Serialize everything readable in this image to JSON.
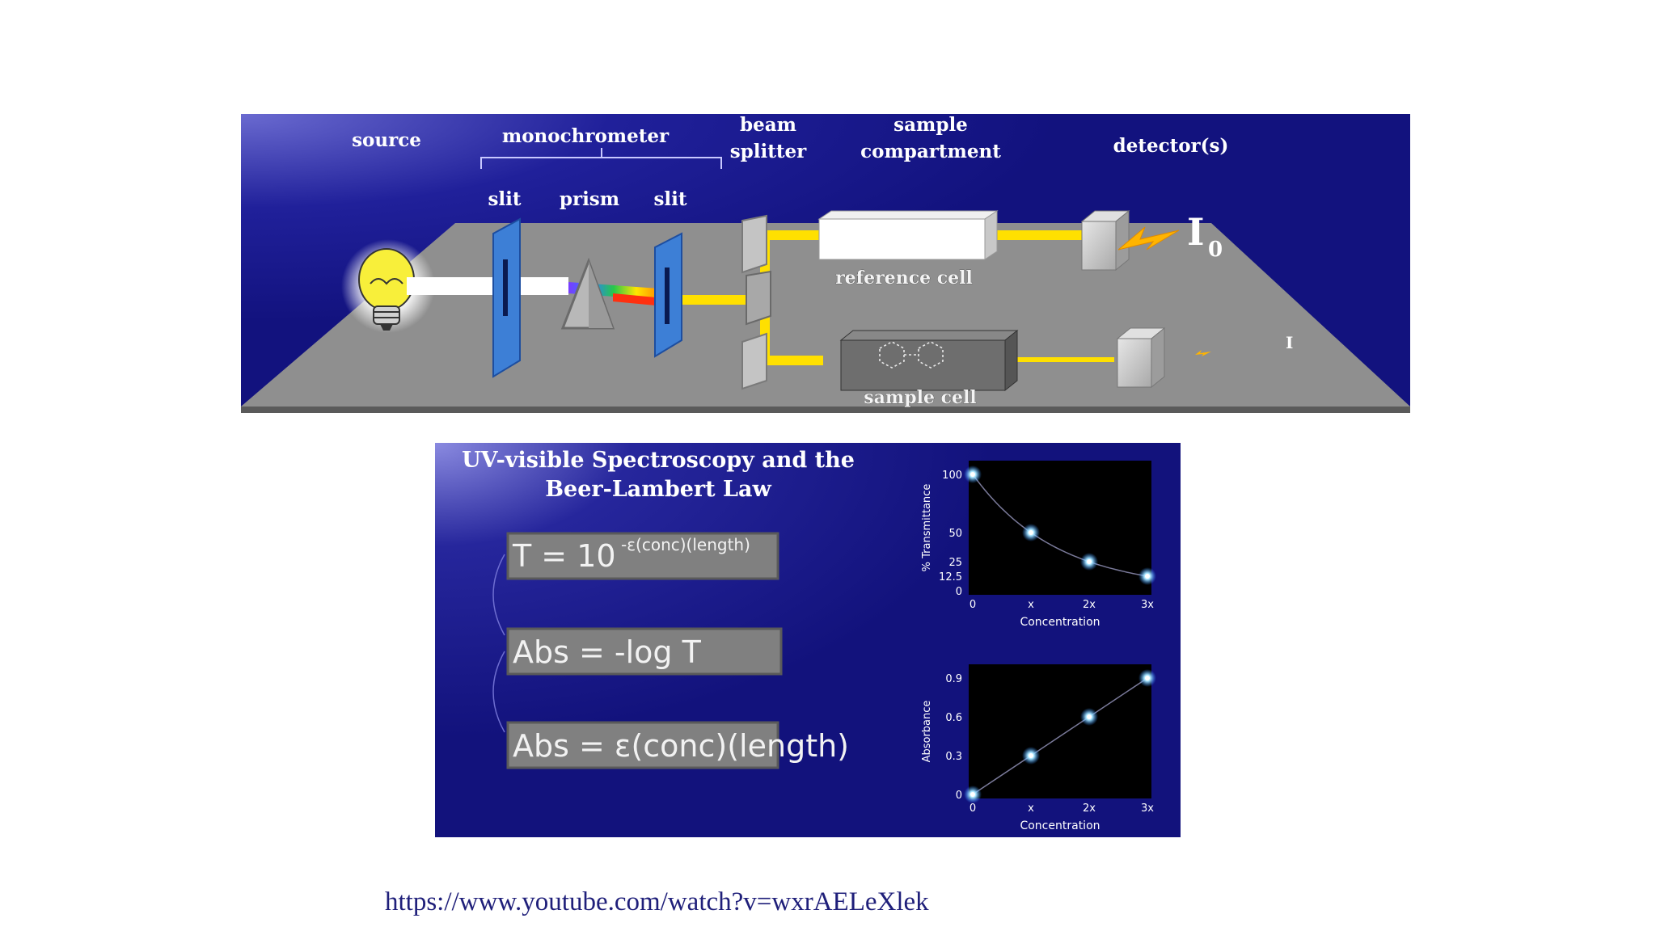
{
  "diagram": {
    "labels": {
      "source": "source",
      "monochromator": "monochrometer",
      "slit_entry": "slit",
      "prism": "prism",
      "slit_exit": "slit",
      "beam_splitter_line1": "beam",
      "beam_splitter_line2": "splitter",
      "sample_compartment_line1": "sample",
      "sample_compartment_line2": "compartment",
      "detectors": "detector(s)",
      "reference_cell": "reference cell",
      "sample_cell": "sample cell",
      "intensity_reference": "I",
      "intensity_reference_subscript": "0",
      "intensity_sample": "I"
    },
    "colors": {
      "panel_background": "#14148a",
      "bench": "#8e8e8e",
      "beam_white": "#ffffff",
      "beam_yellow": "#ffe000",
      "beam_red": "#ff3010",
      "slit_blue": "#3d7fd6"
    },
    "icons": {
      "source": "light-bulb-icon",
      "prism": "prism-icon",
      "detector": "detector-box-icon",
      "signal": "lightning-bolt-icon",
      "molecule": "benzene-molecule-icon"
    }
  },
  "law": {
    "title_line1": "UV-visible Spectroscopy and the",
    "title_line2": "Beer-Lambert Law",
    "equations": {
      "transmittance_base": "T = 10",
      "transmittance_exponent": "-ε(conc)(length)",
      "absorbance_log": "Abs = -log T",
      "absorbance_beer": "Abs = ε(conc)(length)"
    }
  },
  "chart_data": [
    {
      "type": "line",
      "x": [
        "0",
        "x",
        "2x",
        "3x"
      ],
      "y": [
        100,
        50,
        25,
        12.5
      ],
      "xlabel": "Concentration",
      "ylabel": "% Transmittance",
      "xticks": [
        "0",
        "x",
        "2x",
        "3x"
      ],
      "yticks": [
        "0",
        "12.5",
        "25",
        "50",
        "100"
      ],
      "ylim": [
        0,
        100
      ],
      "grid": false,
      "background": "#000000",
      "marker_color": "#7fd8ff"
    },
    {
      "type": "line",
      "x": [
        "0",
        "x",
        "2x",
        "3x"
      ],
      "y": [
        0,
        0.3,
        0.6,
        0.9
      ],
      "xlabel": "Concentration",
      "ylabel": "Absorbance",
      "xticks": [
        "0",
        "x",
        "2x",
        "3x"
      ],
      "yticks": [
        "0",
        "0.3",
        "0.6",
        "0.9"
      ],
      "ylim": [
        0,
        0.9
      ],
      "grid": false,
      "background": "#000000",
      "marker_color": "#7fd8ff"
    }
  ],
  "footer": {
    "link_text": "https://www.youtube.com/watch?v=wxrAELeXlek"
  }
}
